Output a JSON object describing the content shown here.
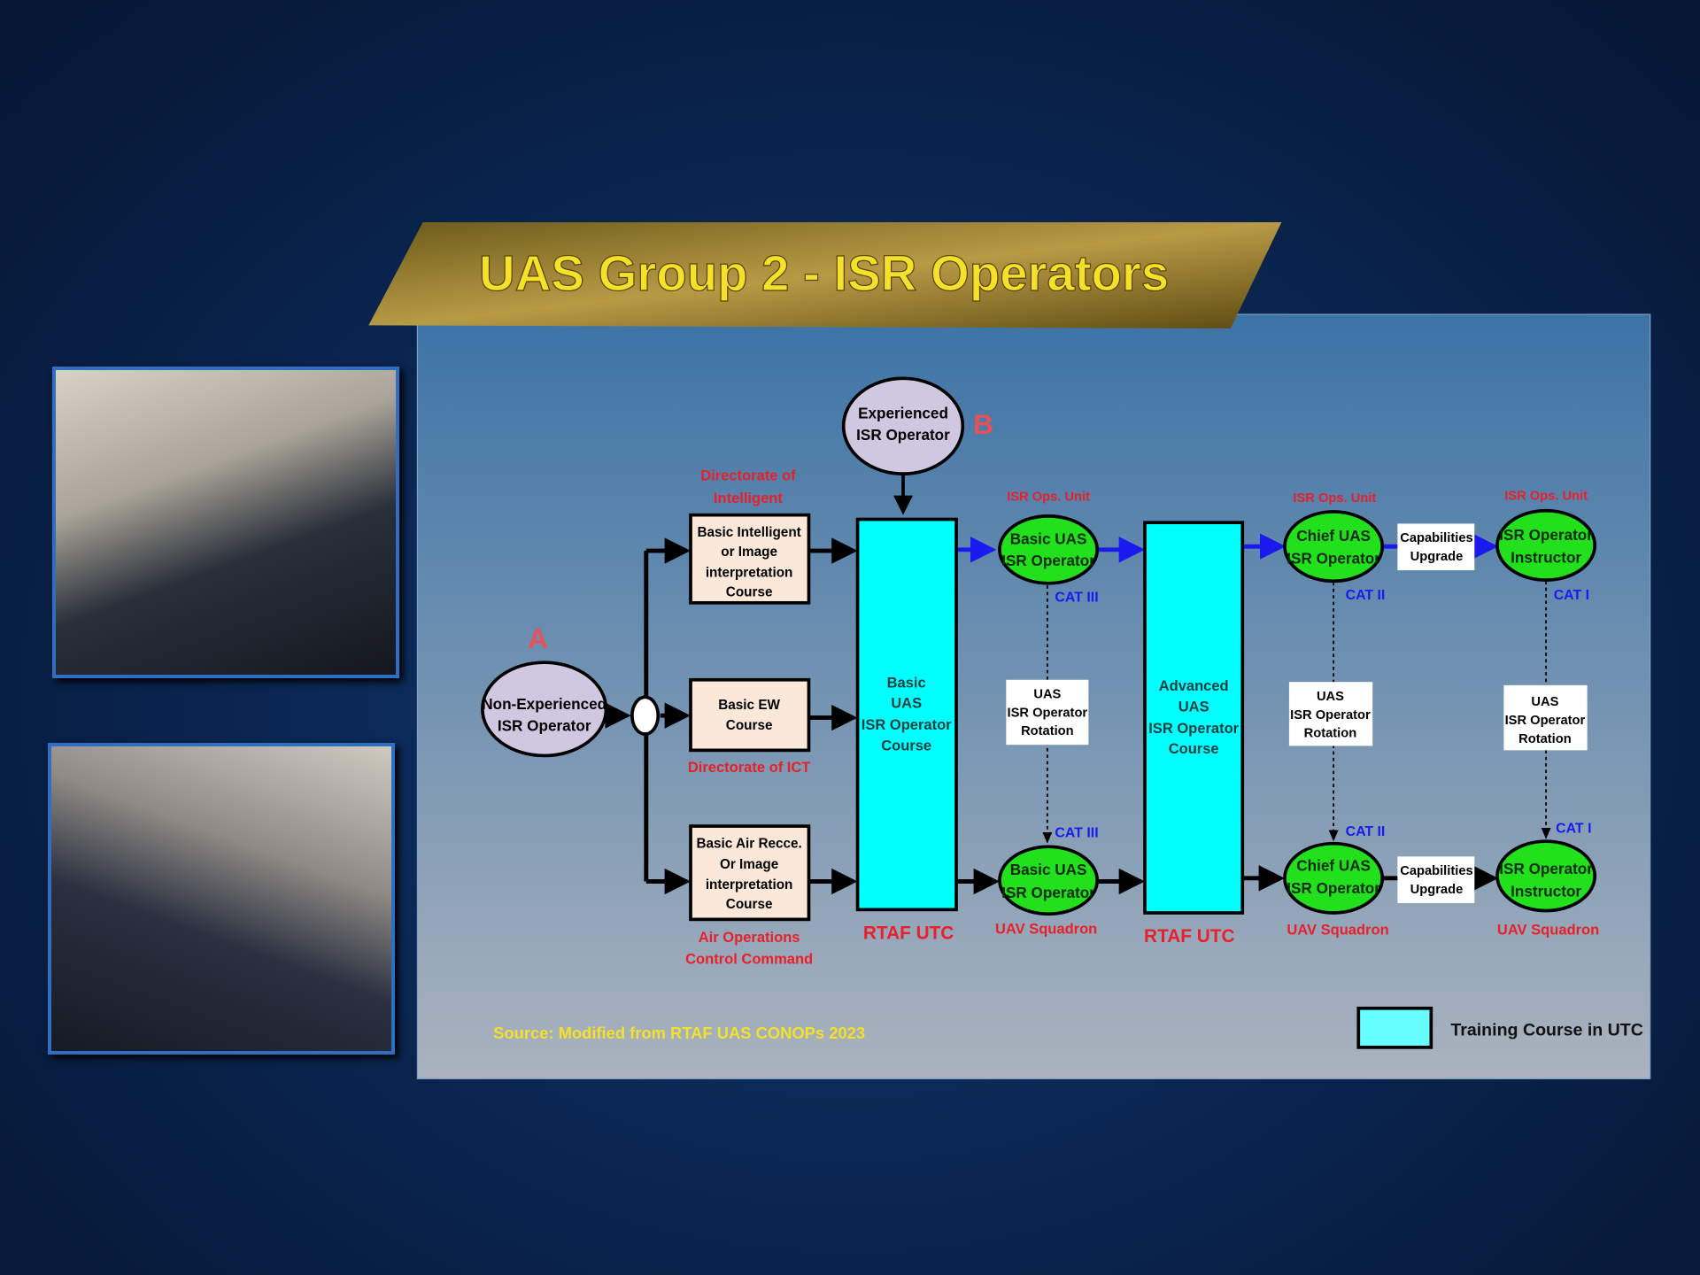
{
  "title": "UAS Group 2 - ISR Operators",
  "labels": {
    "a": "A",
    "b": "B"
  },
  "nodes": {
    "non_experienced": [
      "Non-Experienced",
      "ISR Operator"
    ],
    "experienced": [
      "Experienced",
      "ISR Operator"
    ],
    "basic_intel": [
      "Basic Intelligent",
      "or Image",
      "interpretation",
      "Course"
    ],
    "basic_ew": [
      "Basic EW",
      "Course"
    ],
    "air_recce": [
      "Basic Air Recce.",
      "Or Image",
      "interpretation",
      "Course"
    ],
    "basic_course": [
      "Basic",
      "UAS",
      "ISR Operator",
      "Course"
    ],
    "advanced_course": [
      "Advanced",
      "UAS",
      "ISR Operator",
      "Course"
    ],
    "basic_uas_top": [
      "Basic UAS",
      "ISR Operator"
    ],
    "basic_uas_bottom": [
      "Basic UAS",
      "ISR Operator"
    ],
    "chief_top": [
      "Chief UAS",
      "ISR Operator"
    ],
    "chief_bottom": [
      "Chief UAS",
      "ISR Operator"
    ],
    "instructor_top": [
      "ISR Operator",
      "Instructor"
    ],
    "instructor_bottom": [
      "ISR Operator",
      "Instructor"
    ],
    "rotation": [
      "UAS",
      "ISR Operator",
      "Rotation"
    ],
    "capabilities": [
      "Capabilities",
      "Upgrade"
    ]
  },
  "units": {
    "dir_intel": [
      "Directorate of",
      "Intelligent"
    ],
    "dir_ict": "Directorate of ICT",
    "air_ops": [
      "Air Operations",
      "Control Command"
    ],
    "rtaf_utc": "RTAF UTC",
    "isr_ops_unit": "ISR Ops. Unit",
    "uav_squadron": "UAV Squadron"
  },
  "cats": {
    "cat3": "CAT III",
    "cat2": "CAT II",
    "cat1": "CAT I"
  },
  "source": "Source: Modified from RTAF UAS CONOPs 2023",
  "legend": "Training Course in UTC",
  "colors": {
    "title": "#f5e12a",
    "cyan": "#00ffff",
    "green": "#22e01c",
    "lavender": "#d0c8e0",
    "beige": "#fbe8d8",
    "red": "#e8202a",
    "blue": "#1a1aee"
  }
}
